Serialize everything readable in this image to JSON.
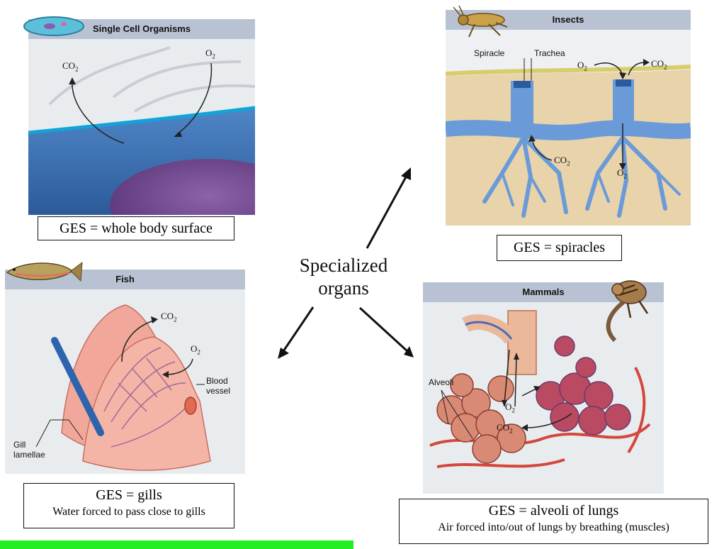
{
  "center_label": {
    "line1": "Specialized",
    "line2": "organs"
  },
  "panels": {
    "single_cell": {
      "title": "Single Cell Organisms",
      "co2": "CO",
      "o2": "O",
      "sub": "2",
      "caption": "GES = whole body surface"
    },
    "insects": {
      "title": "Insects",
      "spiracle": "Spiracle",
      "trachea": "Trachea",
      "o2": "O",
      "co2": "CO",
      "sub": "2",
      "caption": "GES = spiracles"
    },
    "fish": {
      "title": "Fish",
      "co2": "CO",
      "o2": "O",
      "sub": "2",
      "blood_vessel_1": "Blood",
      "blood_vessel_2": "vessel",
      "gill_1": "Gill",
      "gill_2": "lamellae",
      "caption": "GES = gills",
      "caption_sub": "Water forced to pass close to gills"
    },
    "mammals": {
      "title": "Mammals",
      "alveoli": "Alveoli",
      "o2": "O",
      "co2": "CO",
      "sub": "2",
      "caption": "GES = alveoli of lungs",
      "caption_sub": "Air forced into/out of lungs by breathing (muscles)"
    }
  },
  "colors": {
    "header_bar": "#b9c2d2",
    "cell_blue": "#3f6fb0",
    "tube_blue": "#6a9bd8",
    "tissue": "#e8d3ab",
    "gill_pink": "#f1a89a",
    "lung_red": "#d4473c",
    "accent_green": "#22ee22"
  }
}
